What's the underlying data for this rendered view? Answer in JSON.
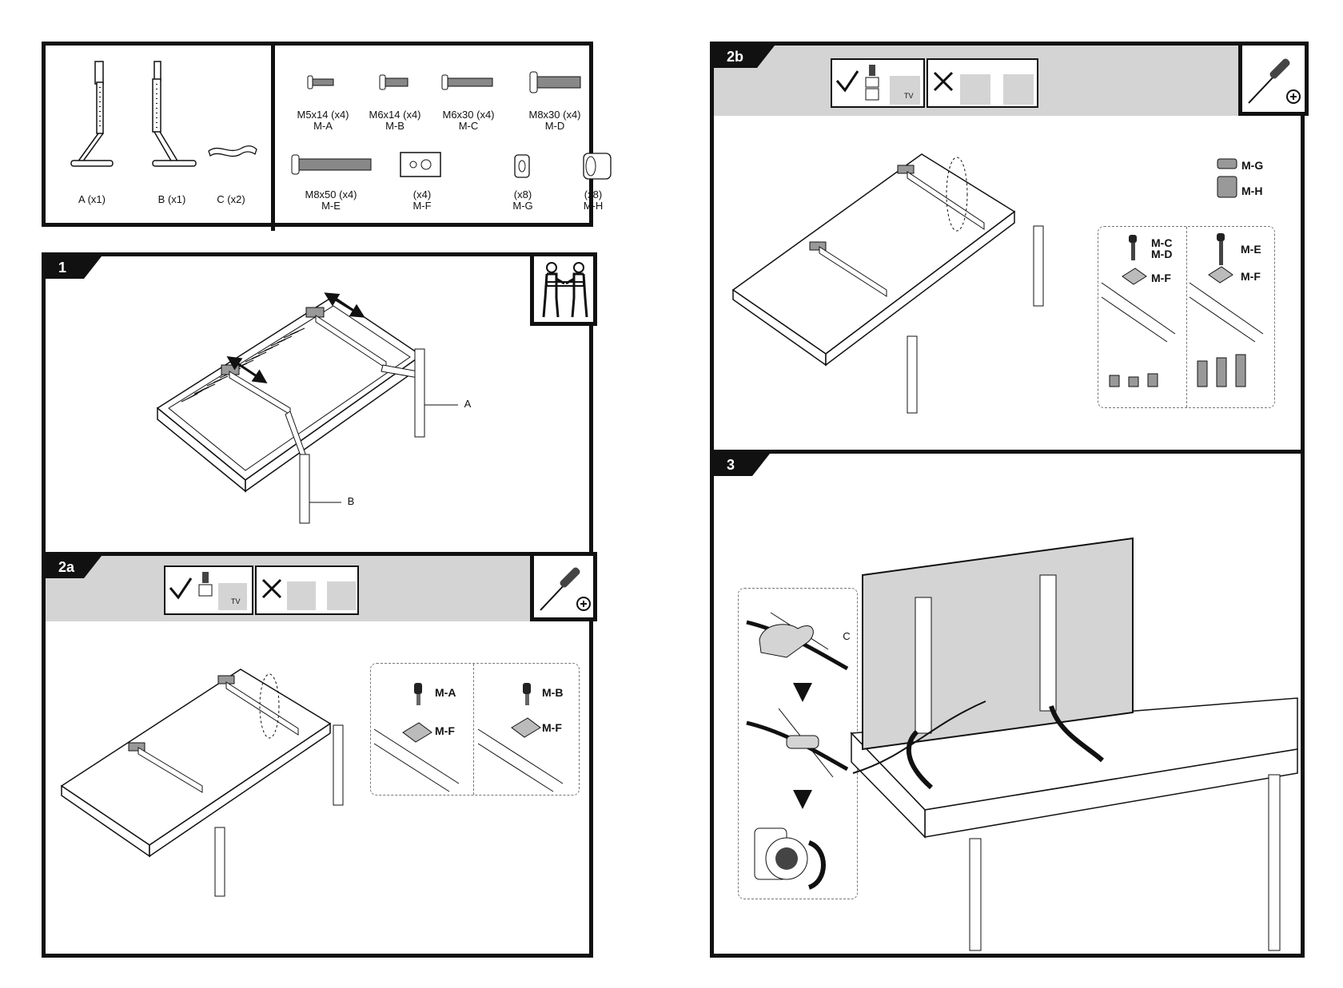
{
  "parts": {
    "stands": [
      {
        "label": "A (x1)"
      },
      {
        "label": "B (x1)"
      },
      {
        "label": "C (x2)"
      }
    ],
    "hardware": [
      {
        "spec": "M5x14 (x4)",
        "code": "M-A"
      },
      {
        "spec": "M6x14 (x4)",
        "code": "M-B"
      },
      {
        "spec": "M6x30 (x4)",
        "code": "M-C"
      },
      {
        "spec": "M8x30 (x4)",
        "code": "M-D"
      },
      {
        "spec": "M8x50 (x4)",
        "code": "M-E"
      },
      {
        "spec": "(x4)",
        "code": "M-F"
      },
      {
        "spec": "(x8)",
        "code": "M-G"
      },
      {
        "spec": "(x8)",
        "code": "M-H"
      }
    ]
  },
  "step1": {
    "number": "1",
    "label_a": "A",
    "label_b": "B"
  },
  "step2a": {
    "number": "2a",
    "tv": "TV",
    "detail": {
      "left_screw": "M-A",
      "left_plate": "M-F",
      "right_screw": "M-B",
      "right_plate": "M-F"
    }
  },
  "step2b": {
    "number": "2b",
    "tv": "TV",
    "spacer_g": "M-G",
    "spacer_h": "M-H",
    "detail": {
      "left_screw_1": "M-C",
      "left_screw_2": "M-D",
      "left_plate": "M-F",
      "right_screw": "M-E",
      "right_plate": "M-F"
    }
  },
  "step3": {
    "number": "3",
    "label_c": "C"
  },
  "icons": {
    "two_person": "two-person-lift-icon",
    "screwdriver": "phillips-screwdriver-icon",
    "correct": "checkmark-icon",
    "wrong": "cross-icon"
  }
}
